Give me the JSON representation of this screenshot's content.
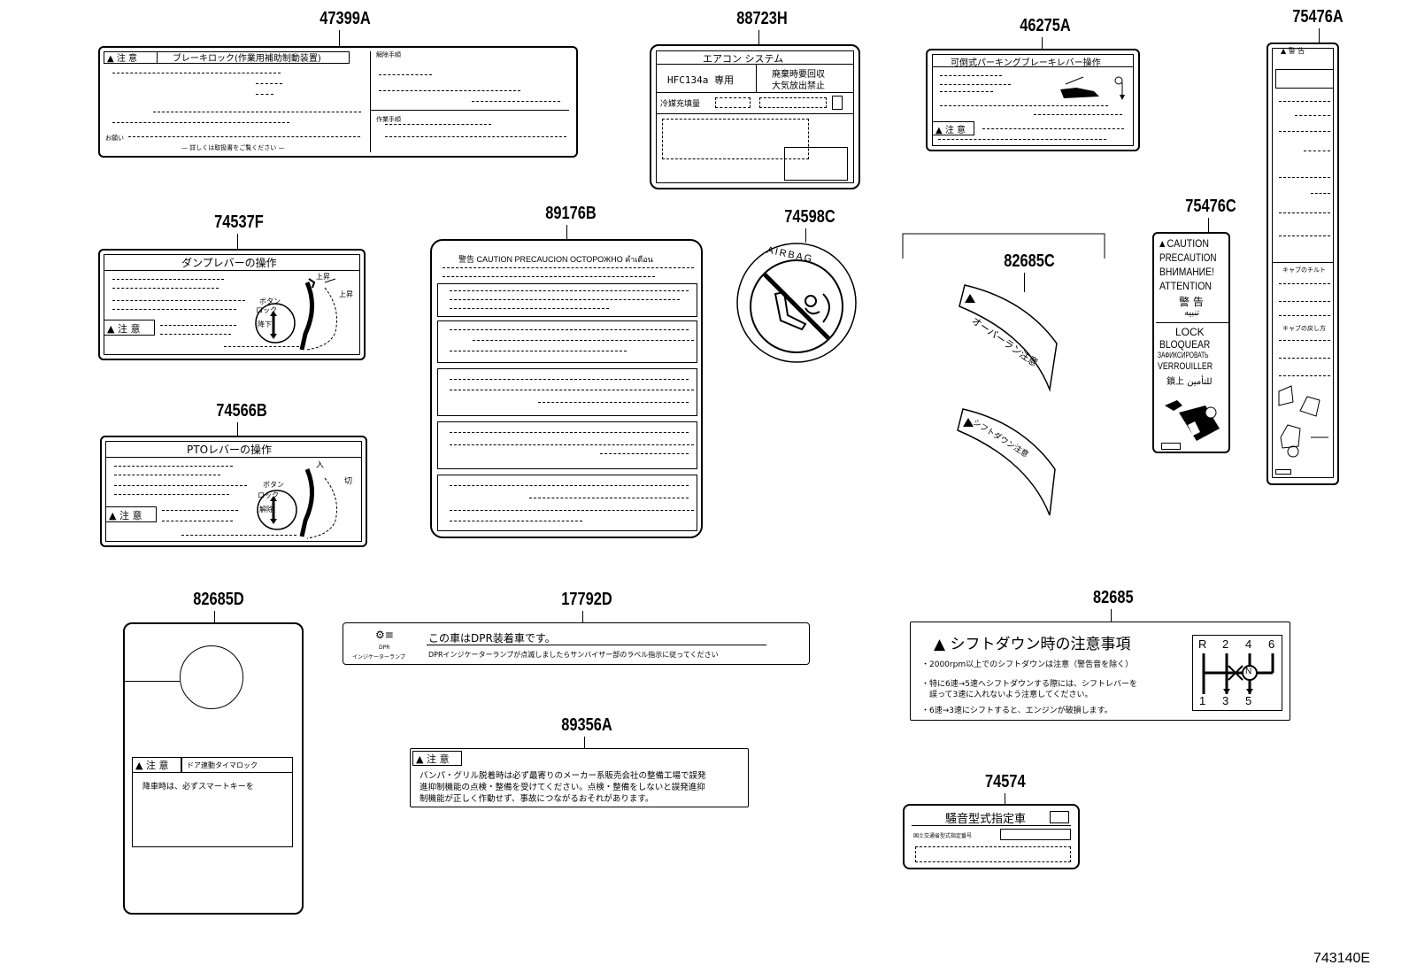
{
  "part_numbers": {
    "p47399A": "47399A",
    "p88723H": "88723H",
    "p46275A": "46275A",
    "p75476A": "75476A",
    "p74537F": "74537F",
    "p89176B": "89176B",
    "p74598C": "74598C",
    "p82685C": "82685C",
    "p75476C": "75476C",
    "p74566B": "74566B",
    "p82685D": "82685D",
    "p17792D": "17792D",
    "p82685": "82685",
    "p89356A": "89356A",
    "p74574": "74574"
  },
  "labels": {
    "l47399A": {
      "caution": "注 意",
      "title": "ブレーキロック(作業用補助制動装置)",
      "left_foot": "お願い",
      "foot": "— 詳しくは取扱書をご覧ください —",
      "right_top": "解除手順",
      "right_mid": "作業手順"
    },
    "l88723H": {
      "title": "エアコン システム",
      "c1": "HFC134a 専用",
      "c2a": "廃棄時要回収",
      "c2b": "大気放出禁止",
      "c3": "冷媒充填量"
    },
    "l46275A": {
      "title": "可倒式パーキングブレーキレバー操作",
      "caution": "注 意"
    },
    "l74537F": {
      "title": "ダンプレバーの操作",
      "caution": "注 意",
      "up": "上昇",
      "lock": "ロック",
      "down": "降下",
      "button": "ボタン",
      "top": "上昇"
    },
    "l89176B": {
      "header": "警告 CAUTION PRECAUCION ОСТОРОЖНО คำเตือน"
    },
    "l74598C": {
      "text": "AIRBAG"
    },
    "l82685C": {
      "a": "オーバーラン注意",
      "b": "シフトダウン注意"
    },
    "l75476C": {
      "lines": [
        "CAUTION",
        "PRECAUTION",
        "ВНИМАНИЕ!",
        "ATTENTION",
        "警 告",
        "تنبيه",
        "LOCK",
        "BLOQUEAR",
        "ЗАФИКСИРОВАТЬ",
        "VERROUILLER",
        "鎖上 للتأمين"
      ]
    },
    "l74566B": {
      "title": "PTOレバーの操作",
      "caution": "注 意",
      "in": "入",
      "cut": "切",
      "lock": "ロック",
      "button": "ボタン",
      "down": "解除"
    },
    "l82685D": {
      "caution": "注 意",
      "title": "ドア連動タイマロック",
      "line1": "降車時は、必ずスマートキーを"
    },
    "l17792D": {
      "icon_caption": "DPR",
      "icon_sub": "インジケーターランプ",
      "main": "この車はDPR装着車です。",
      "note": "DPRインジケーターランプが点滅しましたらサンバイザー部のラベル指示に従ってください"
    },
    "l82685": {
      "title": "シフトダウン時の注意事項",
      "b1": "・2000rpm以上でのシフトダウンは注意（警告音を除く）",
      "b2a": "・特に6速→5速へシフトダウンする際には、シフトレバーを",
      "b2b": "　誤って3速に入れないよう注意してください。",
      "b3": "・6速→3速にシフトすると、エンジンが破損します。",
      "gears_top": [
        "R",
        "2",
        "4",
        "6"
      ],
      "gears_bottom": [
        "1",
        "3",
        "5"
      ],
      "neutral": "N"
    },
    "l89356A": {
      "caution": "注 意",
      "line1": "バンパ・グリル脱着時は必ず最寄りのメーカー系販売会社の整備工場で誤発",
      "line2": "進抑制機能の点検・整備を受けてください。点検・整備をしないと誤発進抑",
      "line3": "制機能が正しく作動せず、事故につながるおそれがあります。"
    },
    "l74574": {
      "title": "騒音型式指定車",
      "sub": "国土交通省型式指定番号"
    },
    "l75476A": {
      "top": "警 告",
      "mid": "キャブのチルト",
      "low": "キャブの戻し方"
    }
  },
  "diagram_id": "743140E"
}
